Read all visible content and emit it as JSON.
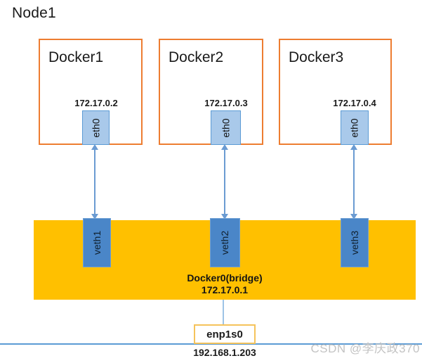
{
  "node": {
    "title": "Node1"
  },
  "containers": [
    {
      "title": "Docker1",
      "ip": "172.17.0.2",
      "interface": "eth0",
      "veth": "veth1"
    },
    {
      "title": "Docker2",
      "ip": "172.17.0.3",
      "interface": "eth0",
      "veth": "veth2"
    },
    {
      "title": "Docker3",
      "ip": "172.17.0.4",
      "interface": "eth0",
      "veth": "veth3"
    }
  ],
  "bridge": {
    "name": "Docker0(bridge)",
    "ip": "172.17.0.1"
  },
  "host_interface": {
    "name": "enp1s0",
    "ip": "192.168.1.203"
  },
  "watermark": "CSDN @李庆政370",
  "colors": {
    "container_border": "#ED7D31",
    "eth_fill": "#A9C9EA",
    "eth_border": "#5B9BD5",
    "veth_fill": "#4A86C8",
    "bridge_fill": "#FFC000",
    "arrow": "#6B9BD2",
    "baseline": "#5B9BD5",
    "connector": "#9DC3E6",
    "nic_border": "#F5C35B",
    "watermark_gray": "#c3c3c3"
  }
}
